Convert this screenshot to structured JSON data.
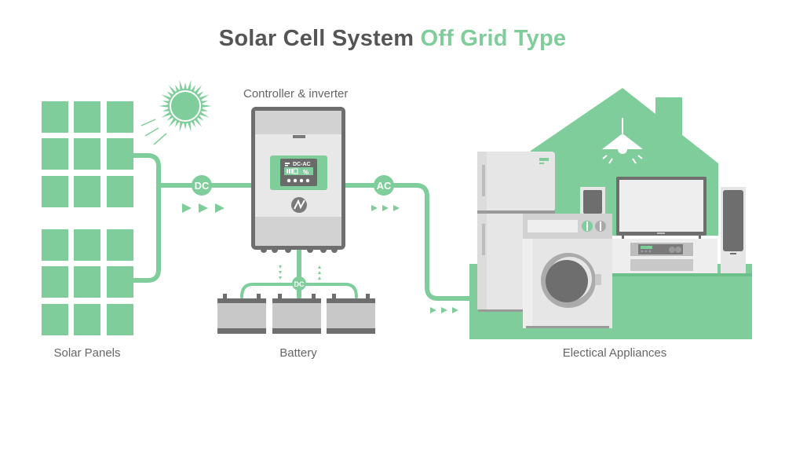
{
  "title": {
    "main": "Solar Cell System",
    "accent": "Off Grid Type"
  },
  "colors": {
    "green": "#7fcd9b",
    "dark_gray": "#6e6e6e",
    "mid_gray": "#c8c8c8",
    "light_gray": "#e6e6e6",
    "title_gray": "#555555"
  },
  "labels": {
    "solar_panels": "Solar Panels",
    "controller": "Controller & inverter",
    "battery": "Battery",
    "appliances": "Electical Appliances"
  },
  "connectors": {
    "panel_to_controller": "DC",
    "controller_to_appliances": "AC",
    "controller_to_battery": "DC"
  },
  "controller_display": {
    "mode": "DC-AC",
    "unit": "%",
    "indicator_dots": 4
  },
  "components": {
    "panel_arrays": 2,
    "cells_per_array": 9,
    "batteries": 3,
    "appliances": [
      "refrigerator",
      "washing-machine",
      "television",
      "stereo",
      "speaker-left",
      "speaker-right",
      "ceiling-lamp"
    ]
  }
}
